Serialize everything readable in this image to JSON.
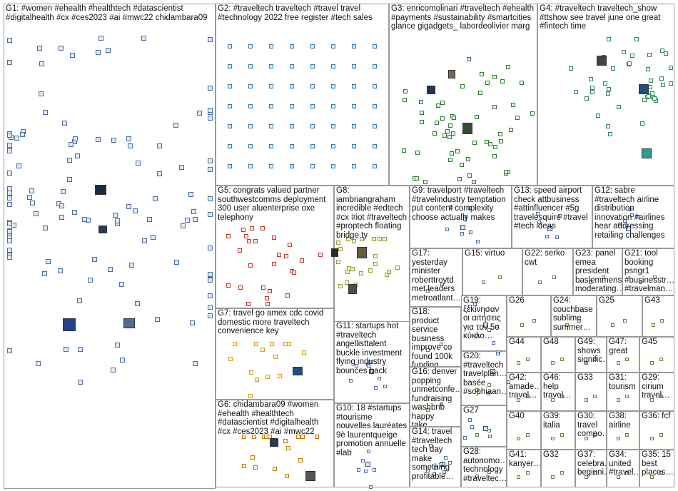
{
  "graph": {
    "groups": [
      {
        "id": "G1",
        "label": "G1: #women #ehealth #healthtech #datascientist #digitalhealth #cx #ces2023 #ai #mwc22 chidambara09"
      },
      {
        "id": "G2",
        "label": "G2: #traveltech traveltech #travel travel #technology 2022 free register #tech sales"
      },
      {
        "id": "G3",
        "label": "G3: enricomolinari #traveltech #ehealth #payments #sustainability #smartcities glance gigadgets_ labordeolivier marg"
      },
      {
        "id": "G4",
        "label": "G4: #traveltech traveltech_show #ttshow see travel june one great #fintech time"
      },
      {
        "id": "G5",
        "label": "G5: congrats valued partner southwestcomms deployment 300 user aluenterprise oxe telephony"
      },
      {
        "id": "G6",
        "label": "G6: chidambara09 #women #ehealth #healthtech #datascientist #digitalhealth #cx #ces2023 #ai #mwc22"
      },
      {
        "id": "G7",
        "label": "G7: travel go amex cdc covid domestic more traveltech convenience key"
      },
      {
        "id": "G8",
        "label": "G8: iambriangraham incredible #edtech #cx #iot #traveltech #proptech floating bridge ty"
      },
      {
        "id": "G9",
        "label": "G9: travelport #traveltech #travelindustry temptation put content complexity choose actually makes"
      },
      {
        "id": "G10",
        "label": "G10: 18 #startups #tourisme nouvelles lauréates 9è laurentqueige promotion annuelle #lab"
      },
      {
        "id": "G11",
        "label": "G11: startups hot #traveltech angellisttalent buckle investment flying industry bounces back"
      },
      {
        "id": "G12",
        "label": "G12: sabre #traveltech airline distribution innovation #airlines hear addressing retailing challenges"
      },
      {
        "id": "G13",
        "label": "G13: speed airport check attbusiness #attinfluencer #5g travelesquire #travel #tech ideas"
      },
      {
        "id": "G14",
        "label": "G14: travel #traveltech tech day make something profitable…"
      },
      {
        "id": "G15",
        "label": "G15: virtuo"
      },
      {
        "id": "G16",
        "label": "G16: denver popping unmetconfe… fundraising washbnb happy take…"
      },
      {
        "id": "G17",
        "label": "G17: yesterday minister roberttroytd met leaders metroatlant…"
      },
      {
        "id": "G18",
        "label": "G18: product service business improve co found 100k funding…"
      },
      {
        "id": "G19",
        "label": "G19: ξεκίνησαν οι αιτήσεις για τον 5ο κύκλο…"
      },
      {
        "id": "G20",
        "label": "G20: #traveltech travelplan… basée #sophiaan…"
      },
      {
        "id": "G21",
        "label": "G21: tool booking psngr1 #businesstr… #travelman…"
      },
      {
        "id": "G22",
        "label": "G22: serko cwt"
      },
      {
        "id": "G23",
        "label": "G23: panel emea president baslemmens moderating…"
      },
      {
        "id": "G24",
        "label": "G24: couchbase sublime summer…"
      },
      {
        "id": "G25",
        "label": "G25"
      },
      {
        "id": "G26",
        "label": "G26"
      },
      {
        "id": "G27",
        "label": "G27"
      },
      {
        "id": "G28",
        "label": "G28: autonomo… technology #travelteс…"
      },
      {
        "id": "G29",
        "label": "G29: cirium travel…"
      },
      {
        "id": "G30",
        "label": "G30: travel compo…"
      },
      {
        "id": "G31",
        "label": "G31: tourism"
      },
      {
        "id": "G32",
        "label": "G32"
      },
      {
        "id": "G33",
        "label": "G33"
      },
      {
        "id": "G34",
        "label": "G34: united #travel…"
      },
      {
        "id": "G35",
        "label": "G35: 15 best places…"
      },
      {
        "id": "G36",
        "label": "G36: fcf"
      },
      {
        "id": "G37",
        "label": "G37: celebra… beginni…"
      },
      {
        "id": "G38",
        "label": "G38: airline"
      },
      {
        "id": "G39",
        "label": "G39: italia"
      },
      {
        "id": "G40",
        "label": "G40"
      },
      {
        "id": "G41",
        "label": "G41: kanyer…"
      },
      {
        "id": "G42",
        "label": "G42: amade… travel…"
      },
      {
        "id": "G43",
        "label": "G43"
      },
      {
        "id": "G44",
        "label": "G44"
      },
      {
        "id": "G45",
        "label": "G45"
      },
      {
        "id": "G46",
        "label": "G46: help travel…"
      },
      {
        "id": "G47",
        "label": "G47: great"
      },
      {
        "id": "G48",
        "label": "G48"
      },
      {
        "id": "G49",
        "label": "G49: shows signific…"
      }
    ],
    "colors": {
      "panel_border": "#9a9a9a",
      "edge": "#8a8a8a",
      "highlight_edge": "#e02020",
      "node_fill": "#dfe8f3",
      "node_border": "#4a6fa5",
      "g3_node": "#2e7d32",
      "g4_node": "#2e8b57"
    }
  }
}
